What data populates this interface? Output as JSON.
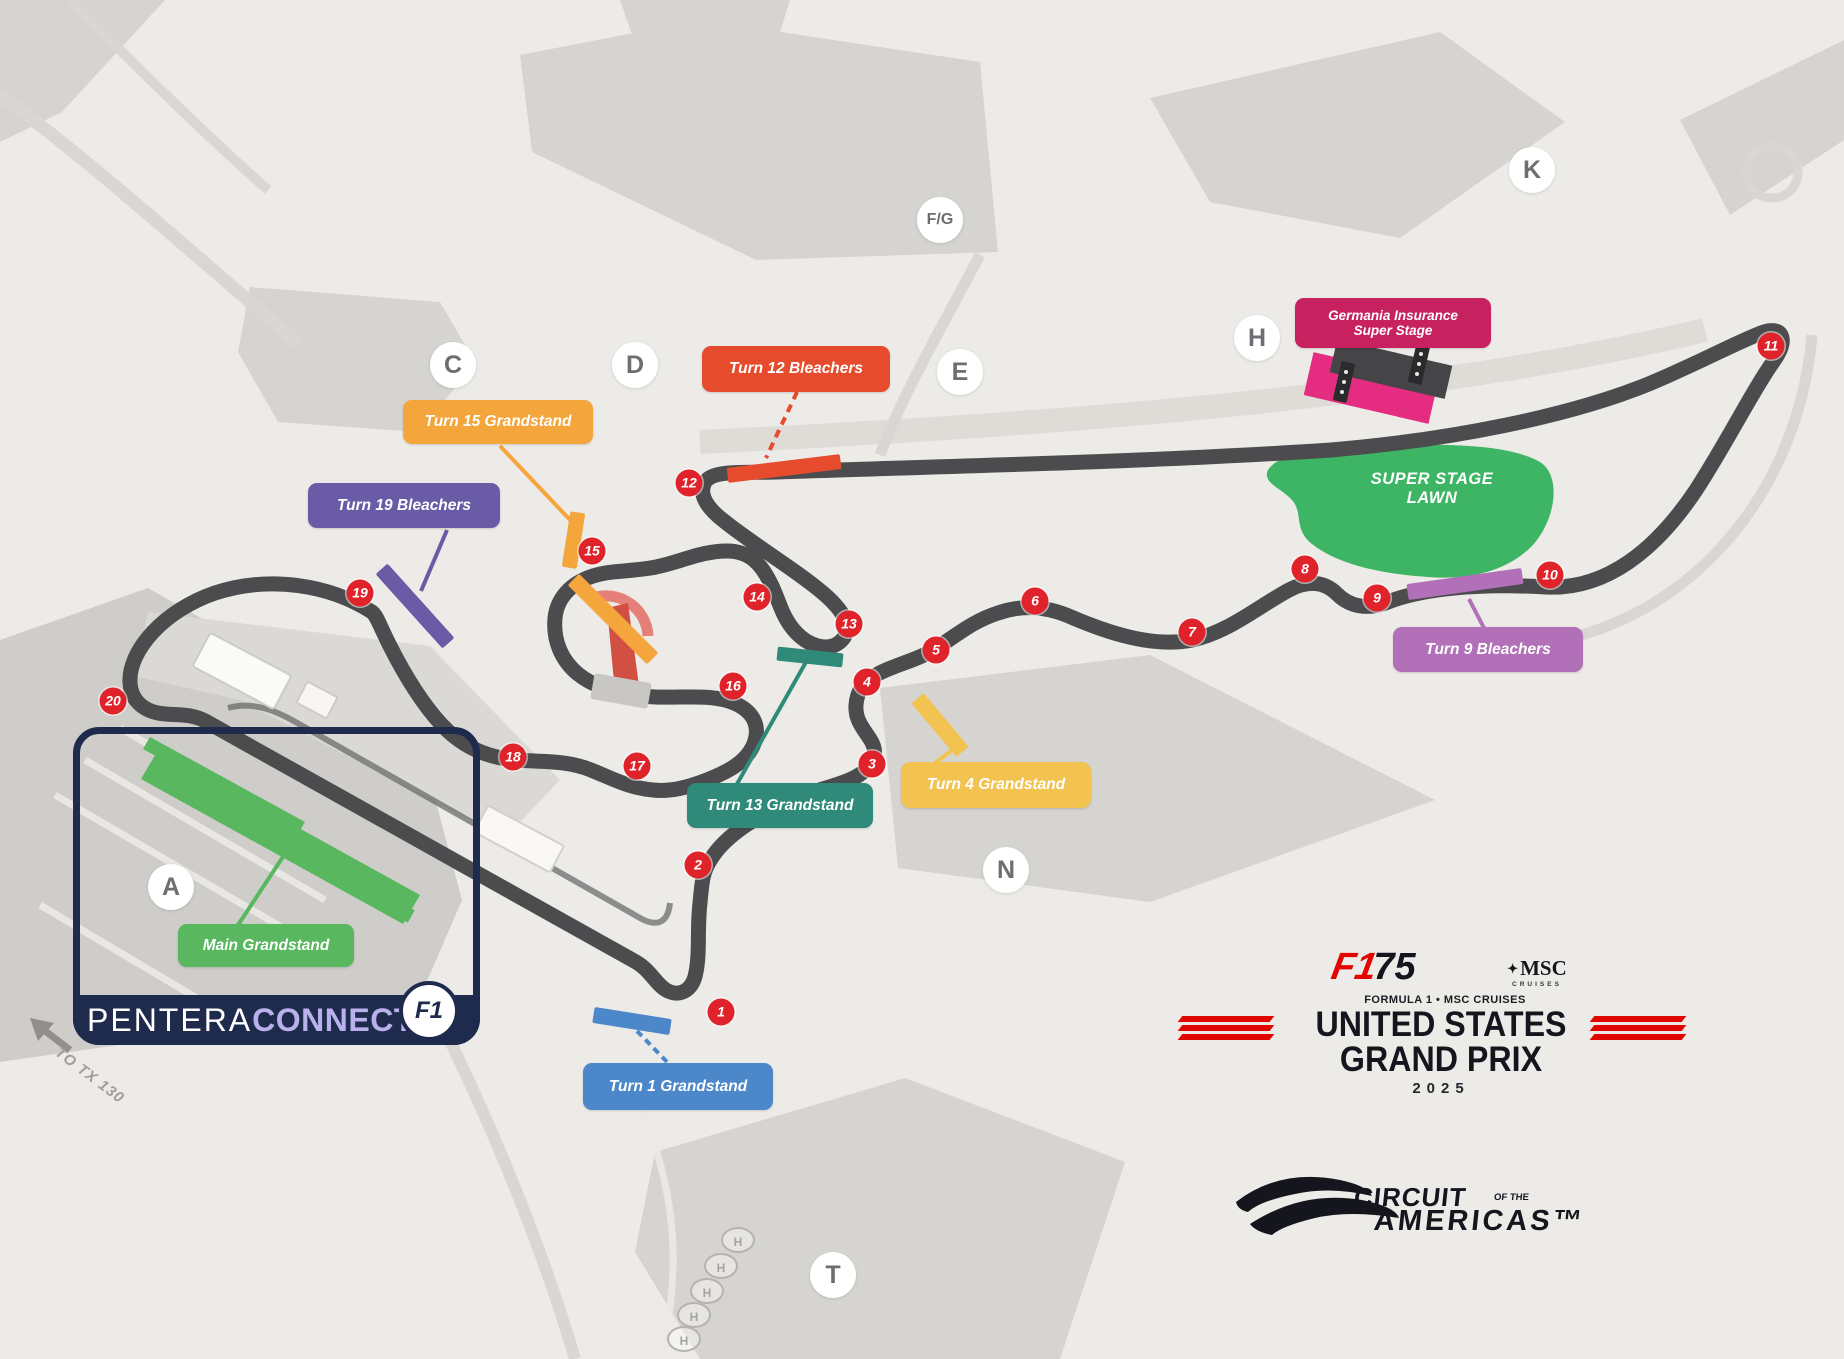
{
  "map": {
    "road_note": "TO TX 130",
    "helipad_letter": "H",
    "lawn_label": {
      "line1": "SUPER STAGE",
      "line2": "LAWN"
    },
    "turn_numbers": [
      "1",
      "2",
      "3",
      "4",
      "5",
      "6",
      "7",
      "8",
      "9",
      "10",
      "11",
      "12",
      "13",
      "14",
      "15",
      "16",
      "17",
      "18",
      "19",
      "20"
    ],
    "sections": [
      "A",
      "C",
      "D",
      "E",
      "F/G",
      "H",
      "K",
      "N",
      "T"
    ],
    "stands": {
      "turn15": "Turn 15 Grandstand",
      "turn19": "Turn 19 Bleachers",
      "turn12": "Turn 12 Bleachers",
      "germania_line1": "Germania Insurance",
      "germania_line2": "Super Stage",
      "turn9": "Turn 9 Bleachers",
      "turn13": "Turn 13 Grandstand",
      "turn4": "Turn 4 Grandstand",
      "main": "Main Grandstand",
      "turn1": "Turn 1 Grandstand"
    }
  },
  "overlay": {
    "brand_thin": "PENTERA",
    "brand_bold": "CONNECT",
    "badge": "F1"
  },
  "footer": {
    "f1": "F1",
    "f1_num": "75",
    "msc_compass_icon": "✦",
    "msc": "MSC",
    "msc_sub": "CRUISES",
    "partner_line": "FORMULA 1 • MSC CRUISES",
    "event_line1": "UNITED STATES",
    "event_line2": "GRAND PRIX",
    "year": "2025",
    "cota_circuit": "CIRCUIT",
    "cota_of_the": "OF THE",
    "cota_americas": "AMERICAS™"
  },
  "colors": {
    "background": "#edebe7",
    "track_gray": "#4c4c4e",
    "marker_red": "#e0232a",
    "lawn_green": "#3eb564",
    "turn15_orange": "#f4a53c",
    "turn19_purple": "#6a5ba6",
    "turn12_red": "#e74b2d",
    "germania_magenta": "#c72160",
    "turn9_orchid": "#b170b8",
    "turn13_teal": "#2f8a79",
    "turn4_yellow": "#f3c351",
    "main_green": "#58b75f",
    "turn1_blue": "#4b87c9",
    "brand_navy": "#1e2b4d",
    "brand_lavender": "#b9b1ec",
    "f1_red": "#e10600"
  }
}
